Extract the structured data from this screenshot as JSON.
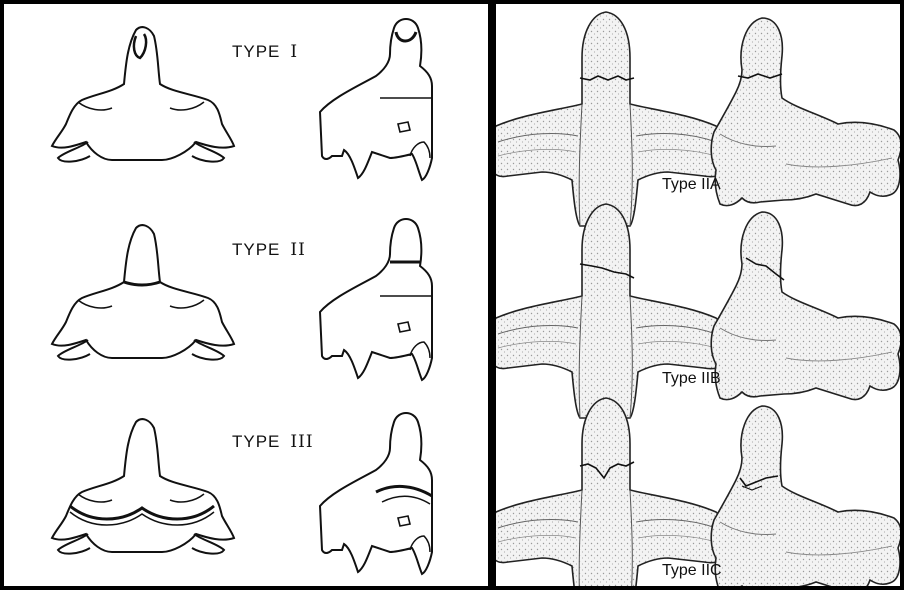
{
  "left_panel": {
    "rows": [
      {
        "prefix": "TYPE",
        "numeral": "I"
      },
      {
        "prefix": "TYPE",
        "numeral": "II"
      },
      {
        "prefix": "TYPE",
        "numeral": "III"
      }
    ]
  },
  "right_panel": {
    "rows": [
      {
        "label": "Type IIA"
      },
      {
        "label": "Type IIB"
      },
      {
        "label": "Type IIC"
      }
    ]
  }
}
